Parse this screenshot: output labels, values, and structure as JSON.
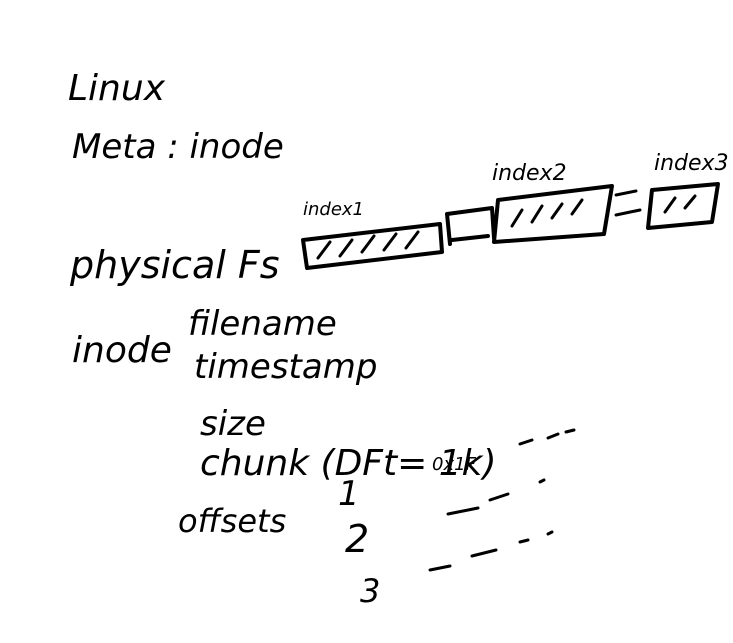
{
  "notes": {
    "title": "Linux",
    "meta": "Meta : inode",
    "physical_fs": "physical Fs",
    "inode_label": "inode",
    "fields": {
      "filename": "filename",
      "timestamp": "timestamp",
      "size": "size",
      "chunk": "chunk (DFt= 1k)",
      "chunk_value": "0x1F",
      "offsets": "offsets"
    },
    "offset_numbers": [
      "1",
      "2",
      "3"
    ],
    "blocks": {
      "index1": "index1",
      "index2": "index2",
      "index3": "index3"
    }
  }
}
